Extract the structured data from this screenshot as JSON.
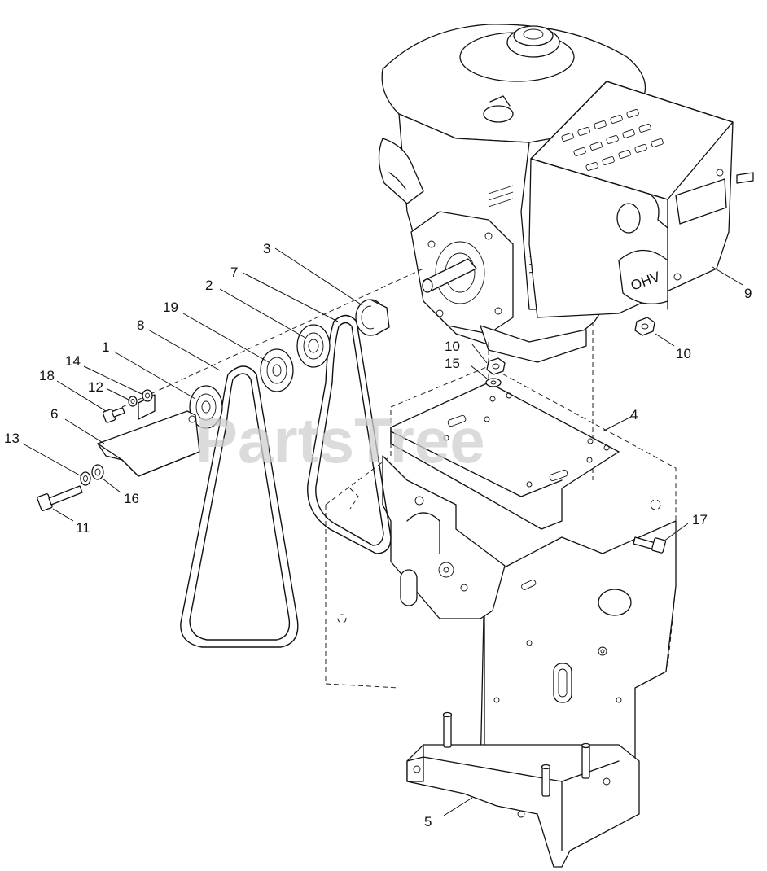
{
  "watermark": "PartsTree",
  "callouts": {
    "c1": "1",
    "c2": "2",
    "c3": "3",
    "c4": "4",
    "c5": "5",
    "c6": "6",
    "c7": "7",
    "c8": "8",
    "c9": "9",
    "c10a": "10",
    "c10b": "10",
    "c11": "11",
    "c12": "12",
    "c13": "13",
    "c14": "14",
    "c15": "15",
    "c16": "16",
    "c17": "17",
    "c18": "18",
    "c19": "19"
  },
  "engine_logo": "OHV"
}
